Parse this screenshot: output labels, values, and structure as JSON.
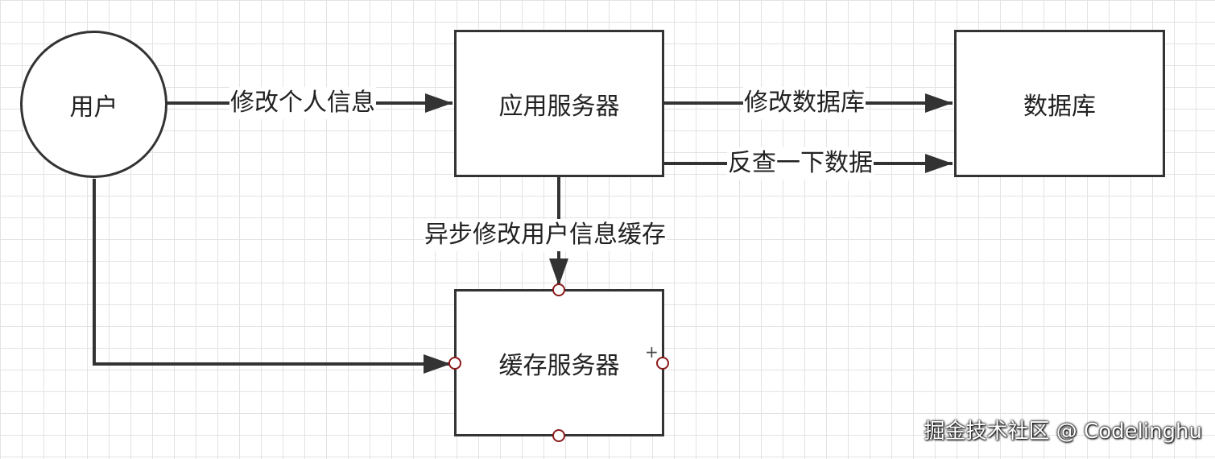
{
  "nodes": {
    "user": "用户",
    "app_server": "应用服务器",
    "database": "数据库",
    "cache_server": "缓存服务器"
  },
  "edges": {
    "user_to_app": "修改个人信息",
    "app_to_db_modify": "修改数据库",
    "app_to_db_query": "反查一下数据",
    "app_to_cache": "异步修改用户信息缓存",
    "user_to_cache": ""
  },
  "colors": {
    "line": "#333333",
    "grid": "#e3e3e3",
    "handle_border": "#8b1a1a"
  },
  "watermark": "掘金技术社区 @ Codelinghu",
  "cursor_icon": "+"
}
